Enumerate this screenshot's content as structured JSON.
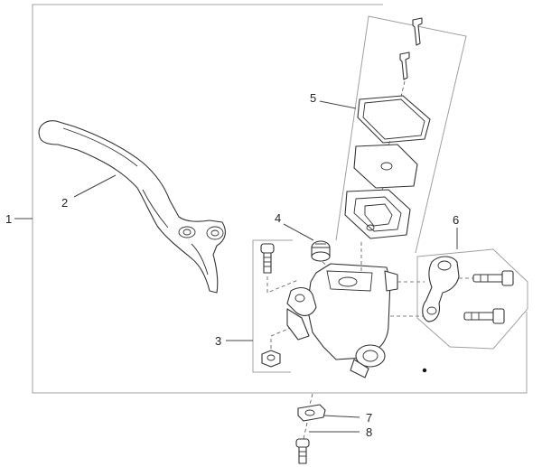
{
  "callouts": [
    "1",
    "2",
    "3",
    "4",
    "5",
    "6",
    "7",
    "8"
  ],
  "parts": [
    {
      "callout": "1",
      "icon": "brake-master-cylinder-assembly"
    },
    {
      "callout": "2",
      "icon": "brake-lever"
    },
    {
      "callout": "3",
      "icon": "lever-pivot-bolt-and-nut"
    },
    {
      "callout": "4",
      "icon": "brake-light-switch"
    },
    {
      "callout": "5",
      "icon": "reservoir-cover-diaphragm-and-screws"
    },
    {
      "callout": "6",
      "icon": "mounting-clamp-and-bolts"
    },
    {
      "callout": "7",
      "icon": "nut"
    },
    {
      "callout": "8",
      "icon": "screw"
    }
  ]
}
